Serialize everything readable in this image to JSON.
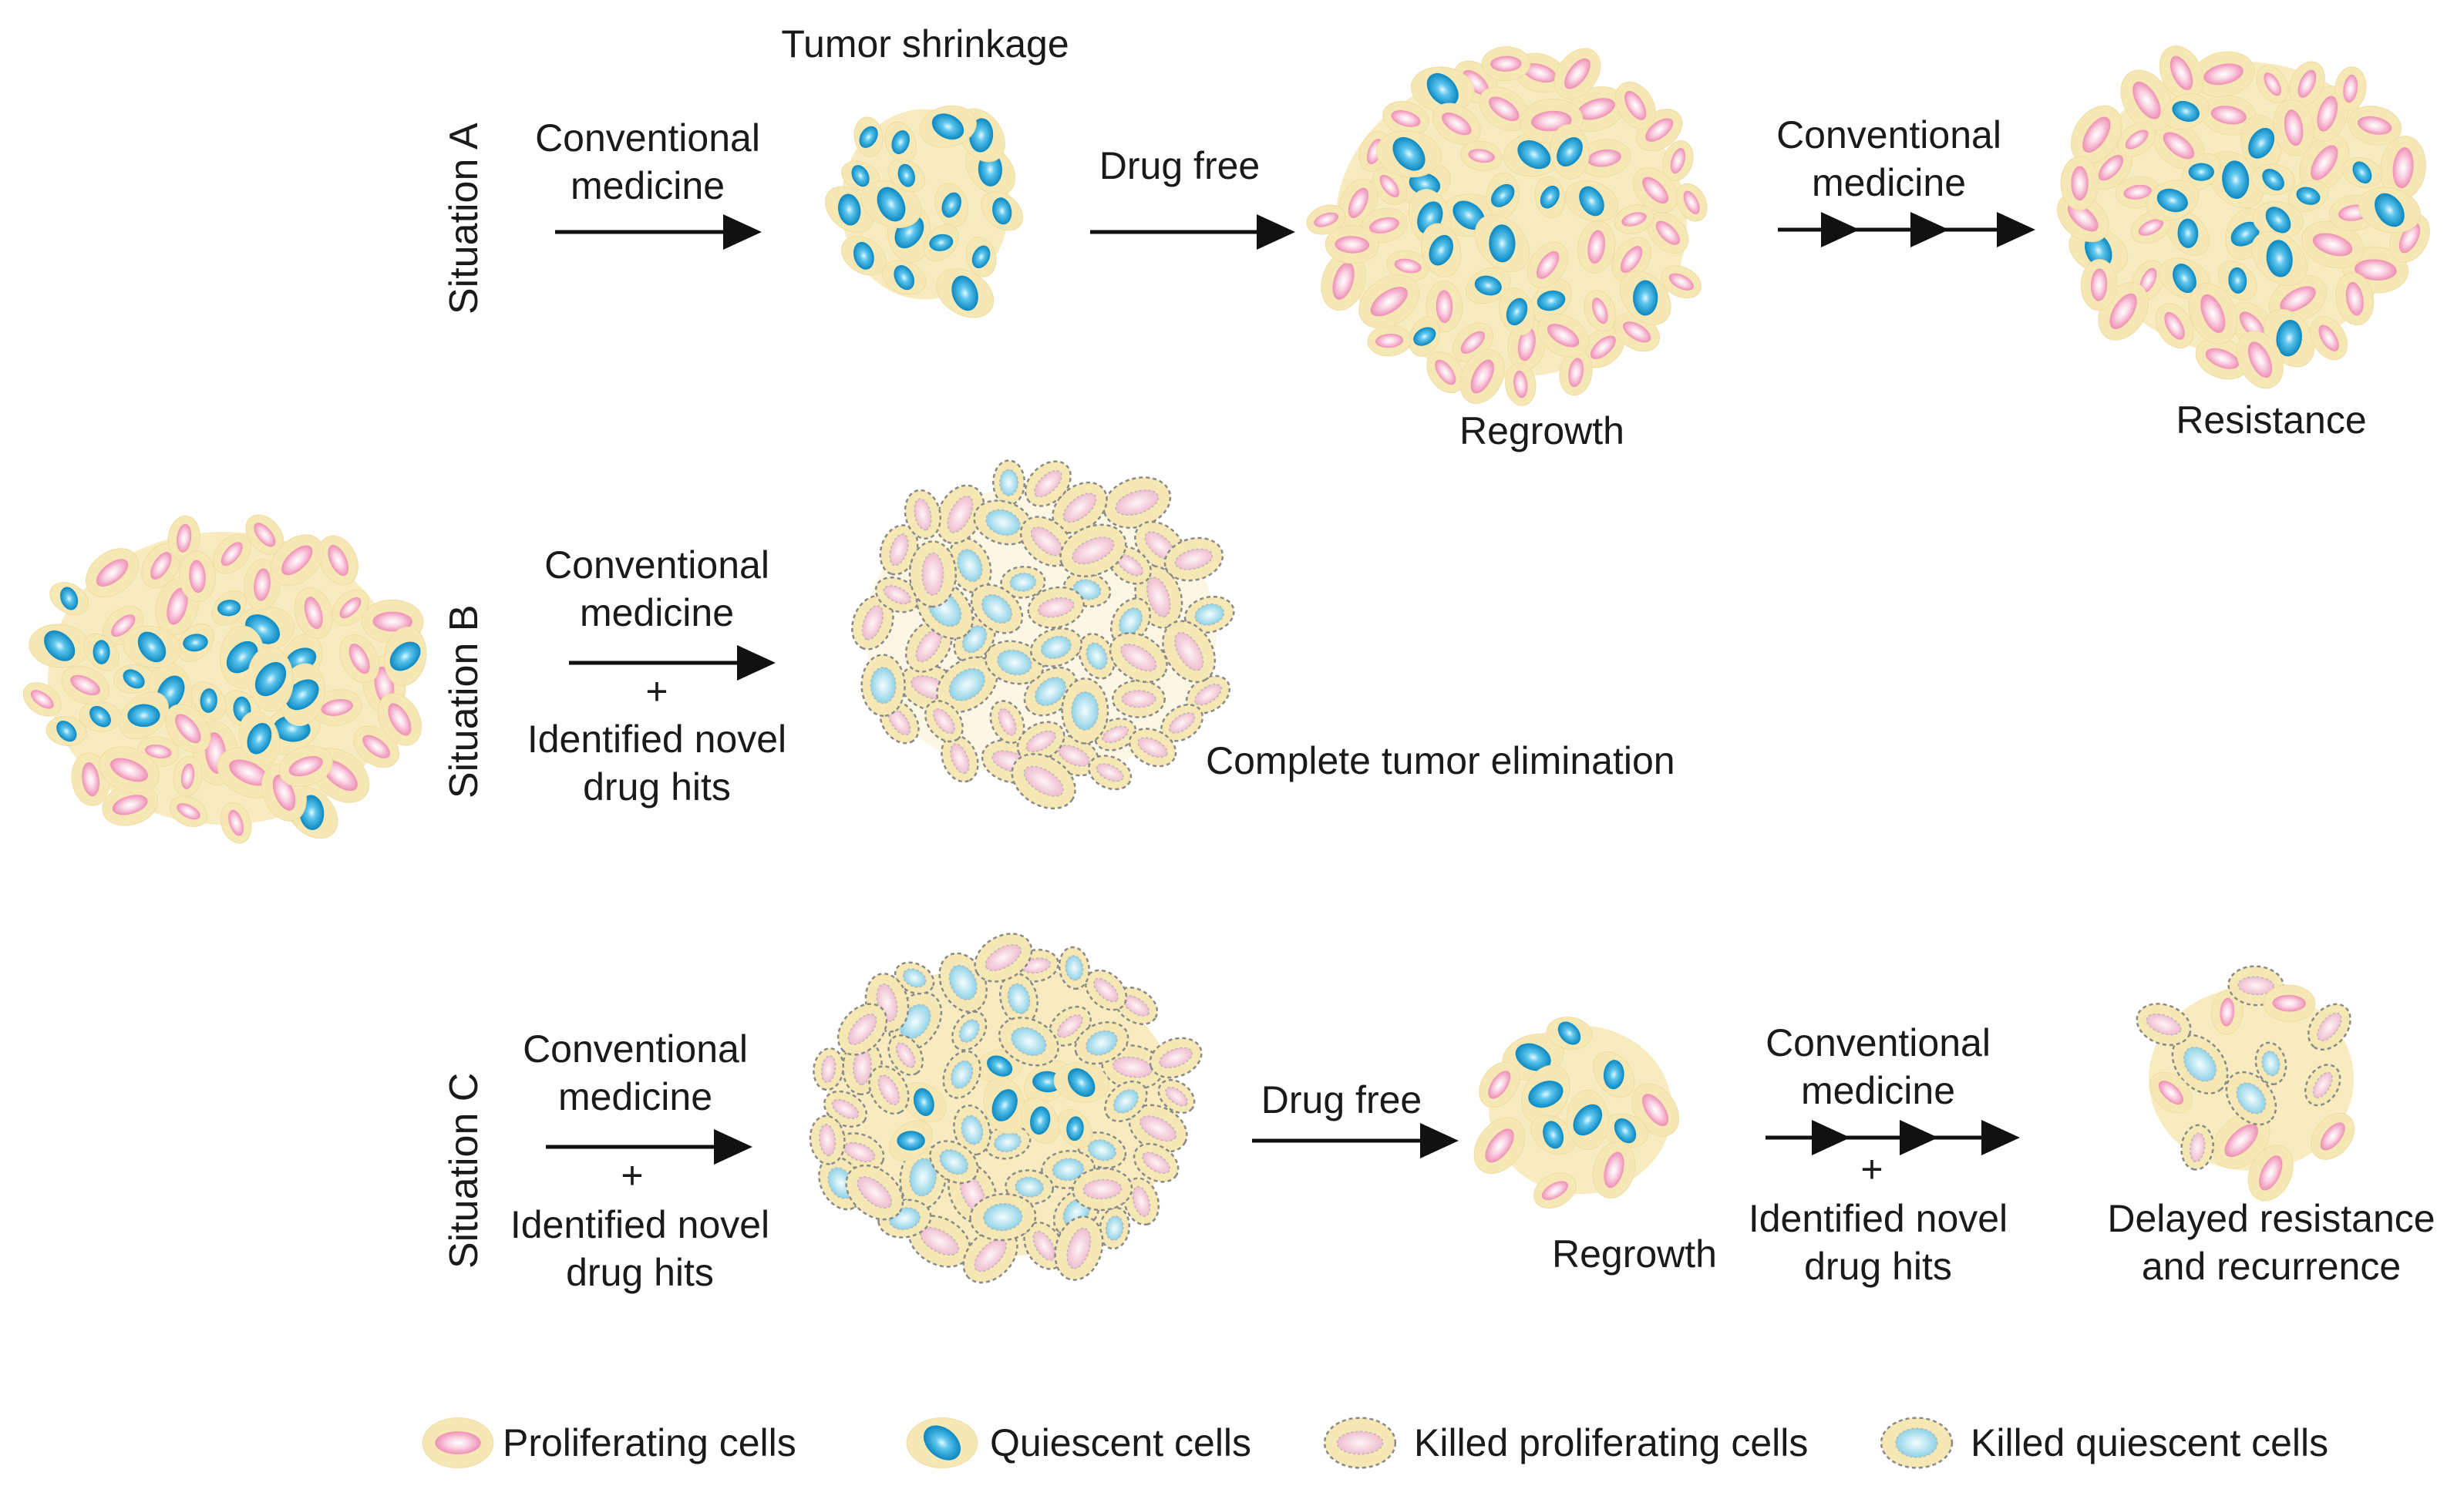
{
  "situations": {
    "a": {
      "label": "Situation A",
      "step1": "Conventional medicine",
      "tumor1": "Tumor shrinkage",
      "step2": "Drug free",
      "tumor2": "Regrowth",
      "step3": "Conventional medicine",
      "tumor3": "Resistance"
    },
    "b": {
      "label": "Situation B",
      "step1_top": "Conventional medicine",
      "plus": "+",
      "step1_bottom": "Identified novel drug hits",
      "tumor1": "Complete tumor elimination"
    },
    "c": {
      "label": "Situation C",
      "step1_top": "Conventional medicine",
      "plus": "+",
      "step1_bottom": "Identified novel drug hits",
      "step2": "Drug free",
      "tumor2": "Regrowth",
      "step3_top": "Conventional medicine",
      "plus2": "+",
      "step3_bottom": "Identified novel drug hits",
      "tumor3": "Delayed resistance and recurrence"
    }
  },
  "legend": [
    {
      "label": "Proliferating cells",
      "icon": "proliferating-cell-icon"
    },
    {
      "label": "Quiescent cells",
      "icon": "quiescent-cell-icon"
    },
    {
      "label": "Killed proliferating cells",
      "icon": "killed-proliferating-cell-icon"
    },
    {
      "label": "Killed quiescent cells",
      "icon": "killed-quiescent-cell-icon"
    }
  ],
  "colors": {
    "cell_body": "#f6e8b4",
    "proliferating_nucleus": "#f19fbe",
    "quiescent_nucleus": "#1396c8",
    "killed_outline": "#8a8a8a",
    "arrow": "#111111"
  }
}
